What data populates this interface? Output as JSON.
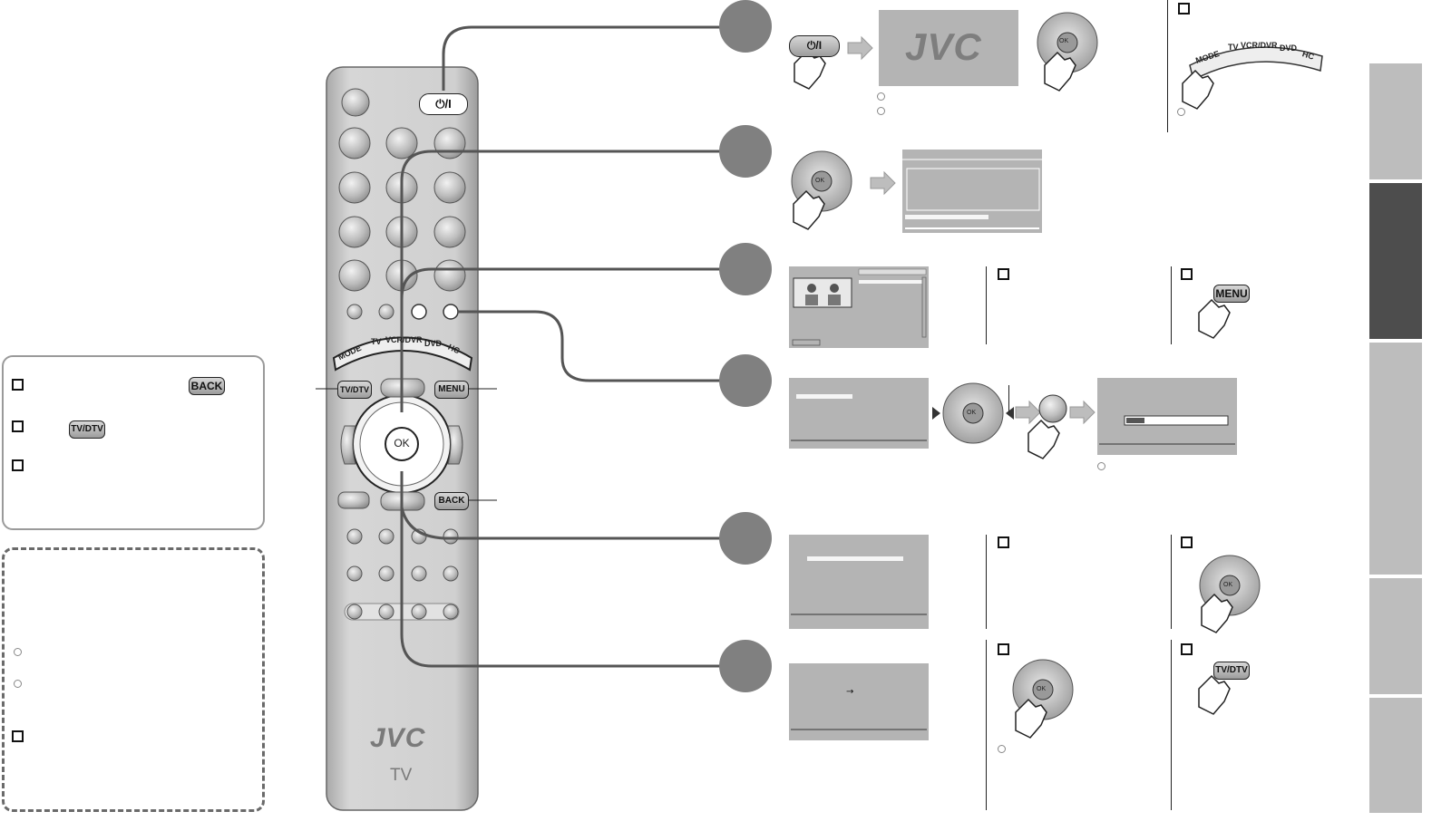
{
  "remote": {
    "power_label": "⏻/I",
    "tvdtv_label": "TV/DTV",
    "menu_label": "MENU",
    "back_label": "BACK",
    "ok_label": "OK",
    "mode_label": "MODE",
    "tv_label": "TV",
    "vcr_dvr_label": "VCR/DVR",
    "dvd_label": "DVD",
    "hc_label": "HC",
    "brand": "JVC",
    "model": "TV"
  },
  "left_panel": {
    "back_key": "BACK",
    "tvdtv_key": "TV/DTV"
  },
  "steps": {
    "step1": {
      "power_key": "⏻/I",
      "screen_logo": "JVC",
      "ok_key": "OK"
    },
    "step2": {
      "ok_key": "OK"
    },
    "step3": {
      "menu_key": "MENU"
    },
    "step4": {
      "ok_key": "OK"
    },
    "step5": {
      "ok_key": "OK"
    },
    "step6": {
      "ok_key": "OK",
      "tvdtv_key": "TV/DTV"
    }
  },
  "mode_selector": {
    "mode": "MODE",
    "tv": "TV",
    "vcr_dvr": "VCR/DVR",
    "dvd": "DVD",
    "hc": "HC"
  },
  "colors": {
    "remote_body": "#c9c9c9",
    "step_circle": "#808080",
    "screen_gray": "#b4b4b4",
    "tab_light": "#bdbdbd",
    "tab_dark": "#4d4d4d"
  }
}
